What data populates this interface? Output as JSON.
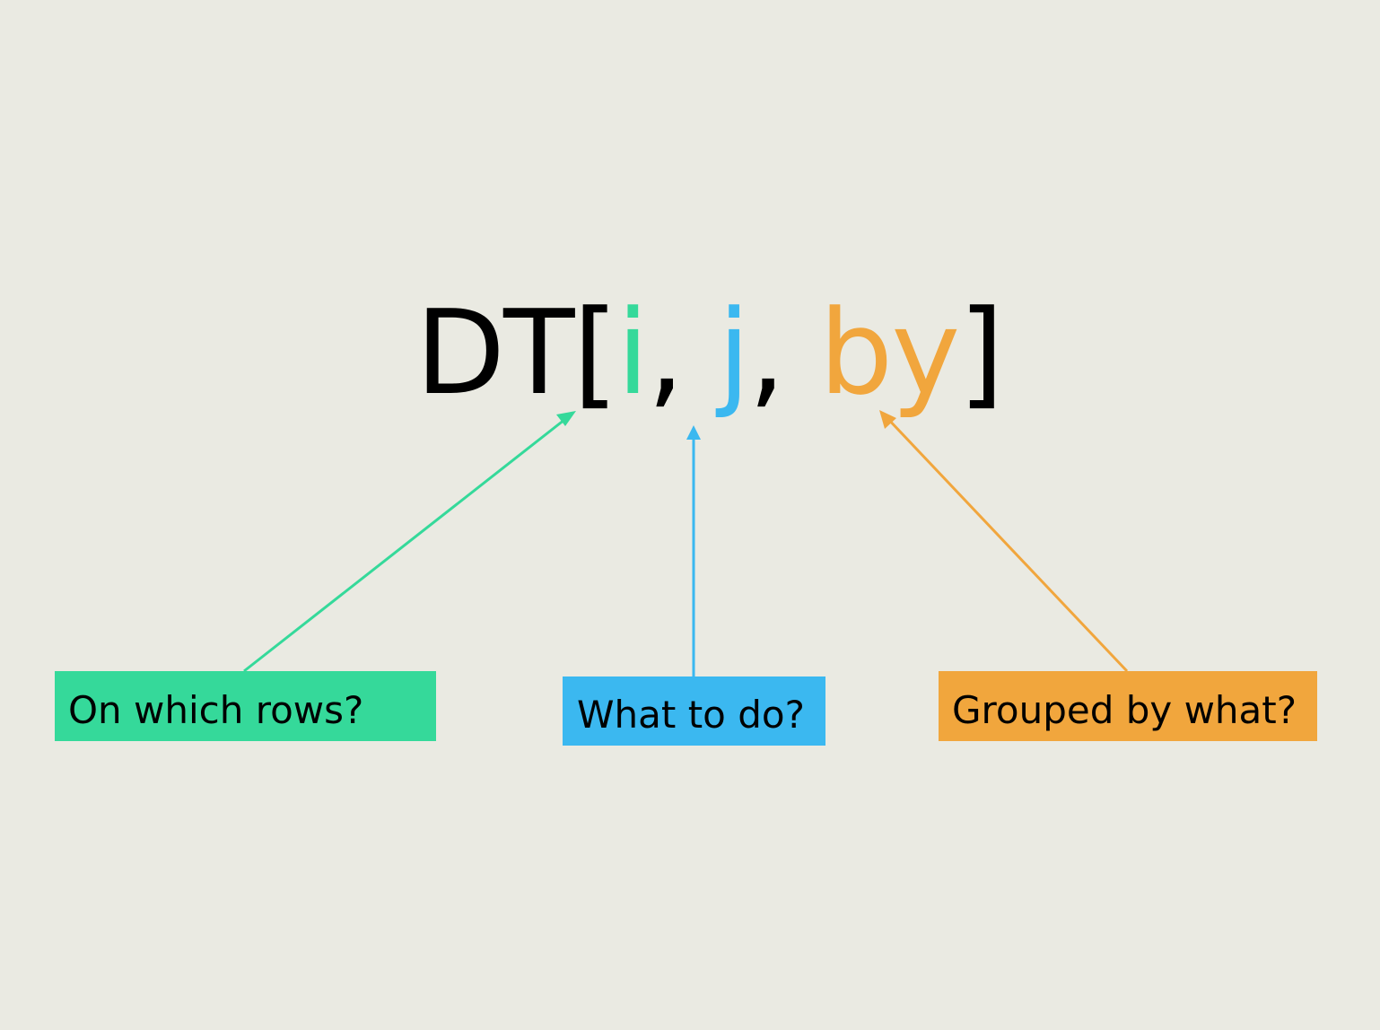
{
  "formula": {
    "prefix": "DT[",
    "i": "i",
    "sep1": ", ",
    "j": "j",
    "sep2": ", ",
    "by": "by",
    "suffix": "]"
  },
  "labels": {
    "rows": "On which rows?",
    "do": "What to do?",
    "group": "Grouped by what?"
  },
  "colors": {
    "background": "#eaeae2",
    "base": "#000000",
    "green": "#35d99a",
    "blue": "#3bb8f0",
    "orange": "#f1a63d"
  }
}
